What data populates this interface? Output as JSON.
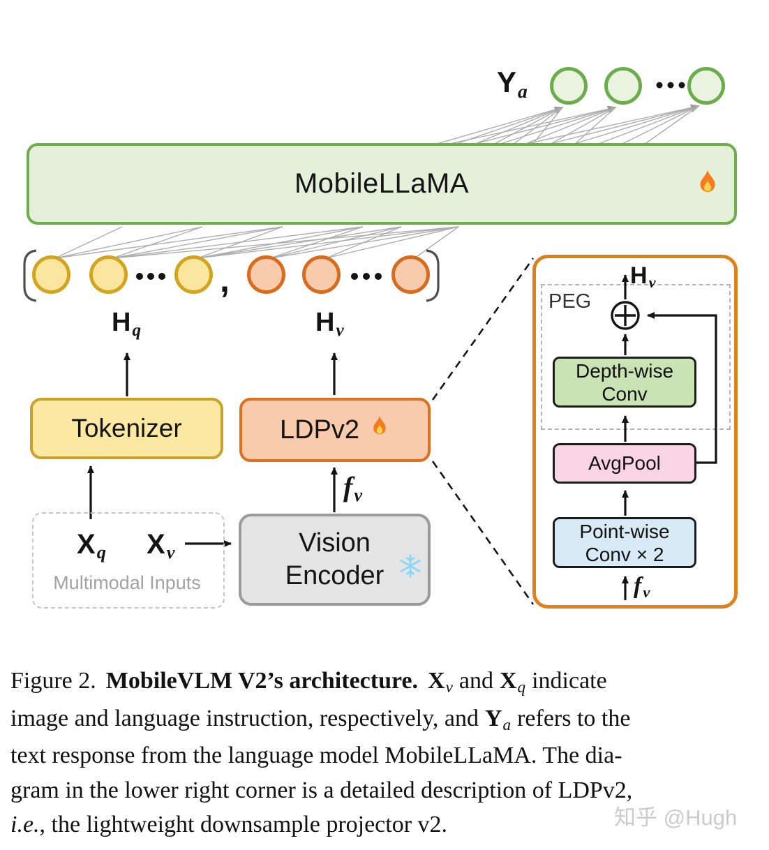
{
  "figure": {
    "output_var": "Y",
    "output_sub": "a",
    "llm_label": "MobileLLaMA",
    "token_comma": ",",
    "hq_var": "H",
    "hq_sub": "q",
    "hv_var": "H",
    "hv_sub": "v",
    "tokenizer_label": "Tokenizer",
    "ldpv2_label": "LDPv2",
    "fv_var": "f",
    "fv_sub": "v",
    "xq_var": "X",
    "xq_sub": "q",
    "xv_var": "X",
    "xv_sub": "v",
    "multimodal_label": "Multimodal Inputs",
    "vision_line1": "Vision",
    "vision_line2": "Encoder",
    "panel": {
      "hv_var": "H",
      "hv_sub": "v",
      "peg_label": "PEG",
      "depthwise_line1": "Depth-wise",
      "depthwise_line2": "Conv",
      "avgpool_label": "AvgPool",
      "pointwise_line1": "Point-wise",
      "pointwise_line2": "Conv × 2",
      "fv_var": "f",
      "fv_sub": "v"
    },
    "icons": {
      "llm_trainable": "flame-icon",
      "ldpv2_trainable": "flame-icon",
      "vision_frozen": "snowflake-icon"
    },
    "colors": {
      "llm_green_border": "#6fad4b",
      "llm_green_fill": "#e5f0db",
      "tokenizer_gold_border": "#c9a22b",
      "tokenizer_fill": "#fbe8a2",
      "ldpv2_orange_border": "#de6f1e",
      "ldpv2_fill": "#f8cbad",
      "vision_gray_border": "#9b9b9b",
      "vision_fill": "#e4e4e4",
      "panel_orange_border": "#df811b",
      "depthwise_fill": "#c9e3b4",
      "avgpool_fill": "#f9d4e3",
      "pointwise_fill": "#d9eaf7"
    }
  },
  "caption": {
    "line1_prefix": "Figure 2.",
    "line1_bold": "MobileVLM V2’s architecture.",
    "line1_var1": "X",
    "line1_sub1": "v",
    "line1_mid": "and",
    "line1_var2": "X",
    "line1_sub2": "q",
    "line1_suffix": "indicate",
    "line2_pre": "image and language instruction, respectively, and",
    "line2_var": "Y",
    "line2_sub": "a",
    "line2_post": "refers to the",
    "line3": "text response from the language model MobileLLaMA. The dia-",
    "line4": "gram in the lower right corner is a detailed description of LDPv2,",
    "line5_italic": "i.e.",
    "line5_rest": ", the lightweight downsample projector v2."
  },
  "watermark": "知乎 @Hugh"
}
